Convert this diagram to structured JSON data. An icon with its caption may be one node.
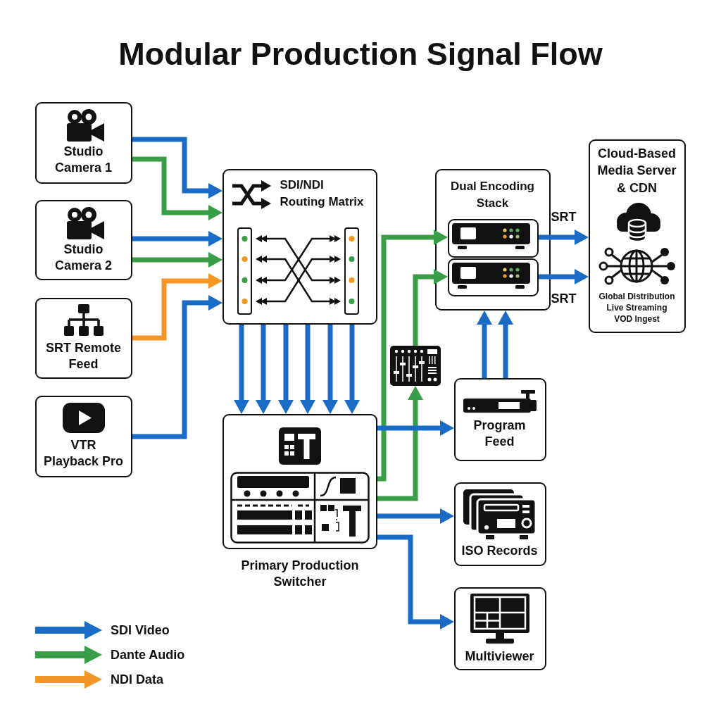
{
  "diagram": {
    "title": "Modular Production Signal Flow",
    "nodes": [
      {
        "text": [
          "Studio Camera 1"
        ]
      },
      {
        "text": [
          "Studio Camera 2"
        ]
      },
      {
        "text": [
          "SRT Remote Feed"
        ]
      },
      {
        "text": [
          "VTR Playback Pro"
        ]
      },
      {
        "text": [
          "SDI/NDI Routing Matrix"
        ]
      },
      {
        "text": [
          "Dual Encoding Stack"
        ]
      },
      {
        "text": [],
        "shape": "box",
        "in": 5
      },
      {
        "text": [],
        "shape": "box",
        "in": 5
      },
      {
        "text": [
          "Cloud-Based Media Server & CDN",
          "Global Distribution",
          "Live Streaming",
          "VOD Ingest"
        ]
      },
      {
        "text": [],
        "shape": "picture"
      },
      {
        "text": [
          "Primary Production Switcher"
        ]
      },
      {
        "text": [
          "Program Feed"
        ]
      },
      {
        "text": [
          "ISO Records"
        ]
      },
      {
        "text": [
          "Multiviewer"
        ]
      }
    ],
    "edges": [
      {
        "from": 0,
        "to": 4,
        "arrow": "to"
      },
      {
        "from": 0,
        "to": 4,
        "arrow": "to",
        "color": "#3a9d47"
      },
      {
        "from": 1,
        "to": 4,
        "arrow": "to"
      },
      {
        "from": 1,
        "to": 4,
        "arrow": "to",
        "color": "#3a9d47"
      },
      {
        "from": 2,
        "to": 4,
        "arrow": "to",
        "color": "#f29727"
      },
      {
        "from": 3,
        "to": 4,
        "arrow": "to"
      },
      {
        "from": 4,
        "to": 10,
        "arrow": "to"
      },
      {
        "from": 4,
        "to": 10,
        "arrow": "to"
      },
      {
        "from": 4,
        "to": 10,
        "arrow": "to"
      },
      {
        "from": 4,
        "to": 10,
        "arrow": "to"
      },
      {
        "from": 4,
        "to": 10,
        "arrow": "to"
      },
      {
        "from": 4,
        "to": 10,
        "arrow": "to"
      },
      {
        "from": 10,
        "to": 6,
        "arrow": "to",
        "color": "#3a9d47"
      },
      {
        "from": 10,
        "to": 9,
        "arrow": "to",
        "color": "#3a9d47"
      },
      {
        "from": 9,
        "to": 7,
        "arrow": "to",
        "color": "#3a9d47"
      },
      {
        "from": 6,
        "to": 8,
        "arrow": "to",
        "label": "SRT"
      },
      {
        "from": 7,
        "to": 8,
        "arrow": "to",
        "label": "SRT"
      },
      {
        "from": 11,
        "to": 5,
        "arrow": "to"
      },
      {
        "from": 11,
        "to": 5,
        "arrow": "to"
      },
      {
        "from": 10,
        "to": 11,
        "arrow": "to"
      },
      {
        "from": 10,
        "to": 12,
        "arrow": "to"
      },
      {
        "from": 10,
        "to": 13,
        "arrow": "to"
      }
    ],
    "legend": [
      {
        "text": "SDI Video",
        "color": "#1a6bc6"
      },
      {
        "text": "Dante Audio",
        "color": "#3a9d47"
      },
      {
        "text": "NDI Data",
        "color": "#f29727"
      }
    ]
  }
}
